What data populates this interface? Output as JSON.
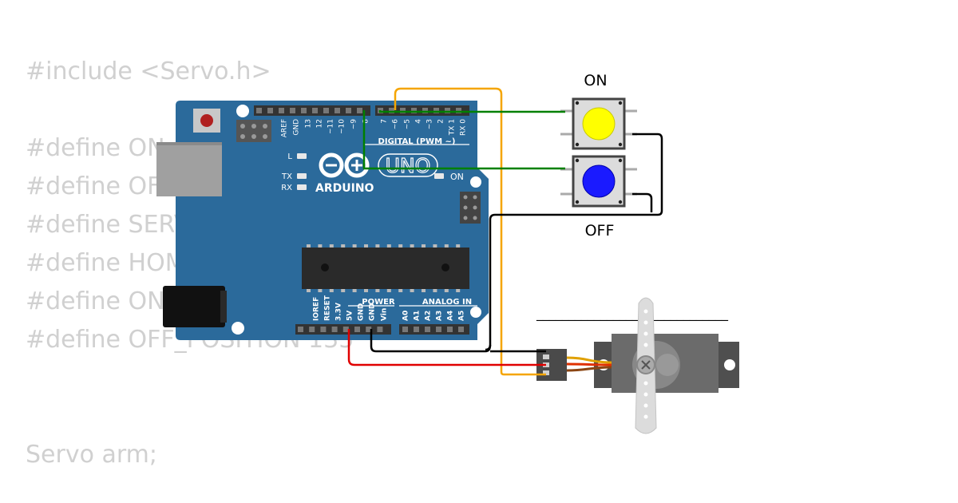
{
  "code_lines": [
    "#include <Servo.h>",
    "",
    "#define ON",
    "#define OF",
    "#define SERV",
    "#define HOM",
    "#define ON",
    "#define OFF_POSITION 135",
    "",
    "",
    "Servo arm;"
  ],
  "arduino": {
    "brand": "ARDUINO",
    "model": "UNO",
    "digital_header": "DIGITAL (PWM ~)",
    "power_header": "POWER",
    "analog_header": "ANALOG IN",
    "led_l": "L",
    "led_tx": "TX",
    "led_rx": "RX",
    "led_on": "ON",
    "top_pins": [
      "AREF",
      "GND",
      "13",
      "12",
      "~11",
      "~10",
      "~9",
      "8",
      "7",
      "~6",
      "~5",
      "4",
      "~3",
      "2",
      "TX 1",
      "RX 0"
    ],
    "power_pins": [
      "IOREF",
      "RESET",
      "3.3V",
      "5V",
      "GND",
      "GND",
      "Vin"
    ],
    "analog_pins": [
      "A0",
      "A1",
      "A2",
      "A3",
      "A4",
      "A5"
    ]
  },
  "buttons": {
    "on_label": "ON",
    "off_label": "OFF",
    "on_color": "#ffff00",
    "off_color": "#1a1aff"
  },
  "servo": {
    "label_line": "______________________________"
  },
  "wire_colors": {
    "signal": "#f5a500",
    "ground": "#000000",
    "power": "#e00000",
    "button": "#008000"
  }
}
